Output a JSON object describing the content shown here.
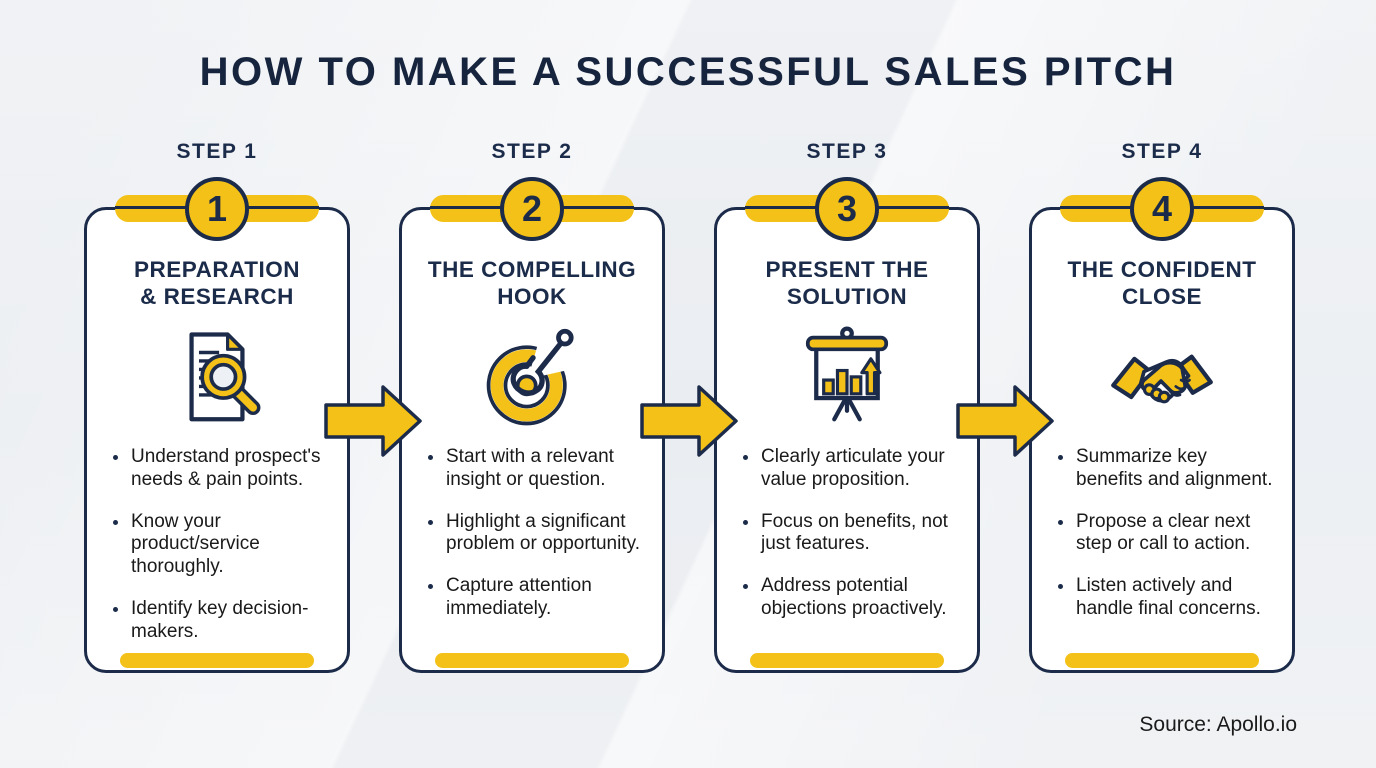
{
  "title": "HOW TO MAKE A SUCCESSFUL SALES PITCH",
  "source": "Source: Apollo.io",
  "colors": {
    "accent_yellow": "#F3C117",
    "navy": "#1C2B4A",
    "title_navy": "#16243E",
    "background": "#EDEFF2",
    "card_bg": "#FFFFFF",
    "body_text": "#1A1A1A"
  },
  "steps": [
    {
      "label": "STEP 1",
      "number": "1",
      "icon": "document-magnifier-icon",
      "title_line1": "PREPARATION",
      "title_line2": "& RESEARCH",
      "bullets": [
        "Understand prospect's needs & pain points.",
        "Know your product/service thoroughly.",
        "Identify key decision-makers."
      ]
    },
    {
      "label": "STEP 2",
      "number": "2",
      "icon": "hook-target-icon",
      "title_line1": "THE COMPELLING",
      "title_line2": "HOOK",
      "bullets": [
        "Start with a relevant insight or question.",
        "Highlight a significant problem or opportunity.",
        "Capture attention immediately."
      ]
    },
    {
      "label": "STEP 3",
      "number": "3",
      "icon": "presentation-chart-icon",
      "title_line1": "PRESENT THE",
      "title_line2": "SOLUTION",
      "bullets": [
        "Clearly articulate your value proposition.",
        "Focus on benefits, not just features.",
        "Address potential objections proactively."
      ]
    },
    {
      "label": "STEP 4",
      "number": "4",
      "icon": "handshake-icon",
      "title_line1": "THE CONFIDENT",
      "title_line2": "CLOSE",
      "bullets": [
        "Summarize key benefits and alignment.",
        "Propose a clear next step or call to action.",
        "Listen actively and handle final concerns."
      ]
    }
  ]
}
